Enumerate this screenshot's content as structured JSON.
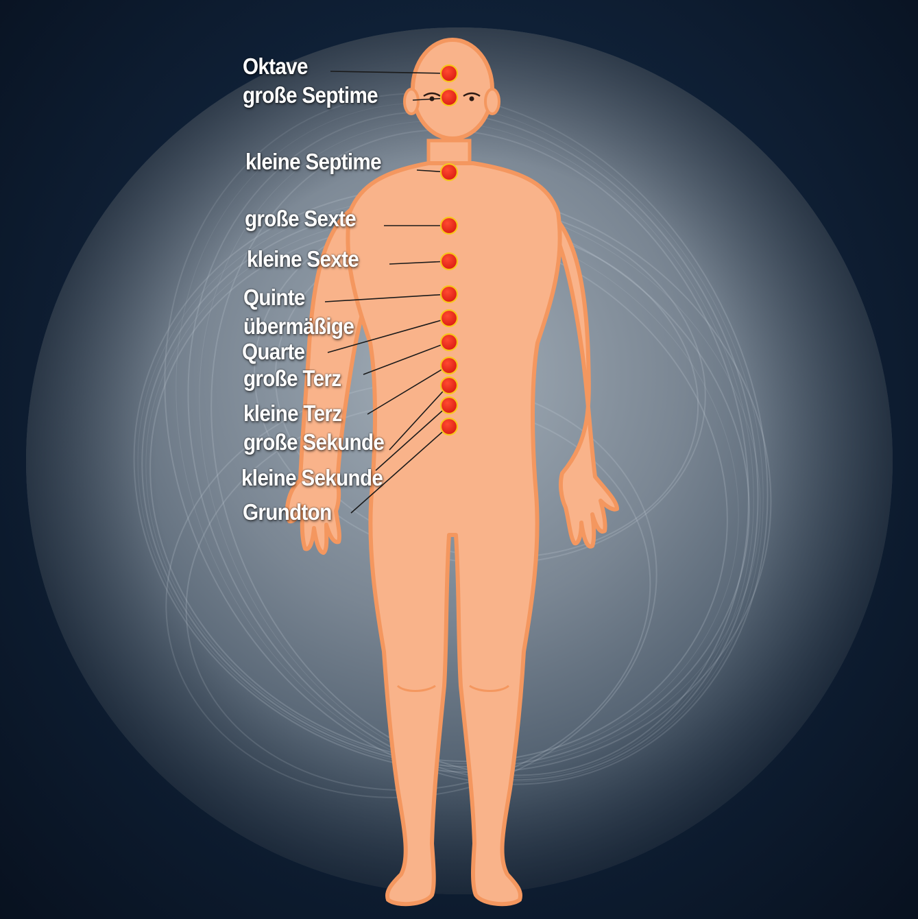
{
  "labels": {
    "oktave": "Oktave",
    "grosse_septime": "große Septime",
    "kleine_septime": "kleine Septime",
    "grosse_sexte": "große Sexte",
    "kleine_sexte": "kleine Sexte",
    "quinte": "Quinte",
    "uebermaessige": "übermäßige",
    "quarte": "Quarte",
    "grosse_terz": "große Terz",
    "kleine_terz": "kleine Terz",
    "grosse_sekunde": "große Sekunde",
    "kleine_sekunde": "kleine Sekunde",
    "grundton": "Grundton"
  },
  "colors": {
    "background": "#0f2036",
    "sphere": "#6e7b88",
    "skin": "#f9b38a",
    "skin_outline": "#f4975f",
    "point_fill": "#e8261b",
    "point_ring": "#f7c61e",
    "leader_line": "#1a1a1a",
    "label_text": "#ffffff"
  }
}
